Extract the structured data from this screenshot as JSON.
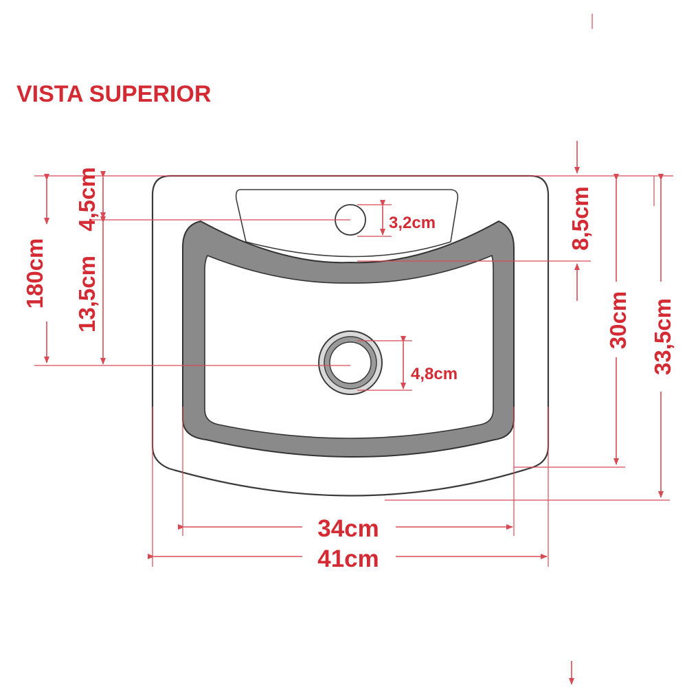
{
  "title": "VISTA SUPERIOR",
  "colors": {
    "label": "#d42a33",
    "line": "#d84a54",
    "outline": "#3a3a3a",
    "basin_rim": "#8a8a8a"
  },
  "dimensions": {
    "overall_width": "41cm",
    "basin_width": "34cm",
    "overall_depth": "33,5cm",
    "basin_depth": "30cm",
    "back_ledge": "8,5cm",
    "mounting_height": "180cm",
    "faucet_offset": "4,5cm",
    "drain_offset": "13,5cm",
    "faucet_hole": "3,2cm",
    "drain_hole": "4,8cm"
  }
}
